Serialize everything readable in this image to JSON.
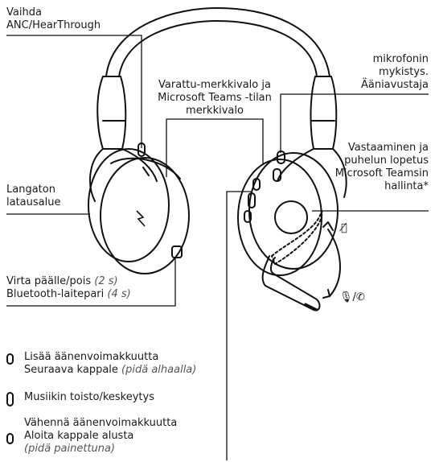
{
  "labels": {
    "anc_line1": "Vaihda",
    "anc_line2": "ANC/HearThrough",
    "busy_line1": "Varattu-merkkivalo ja",
    "busy_line2": "Microsoft Teams -tilan",
    "busy_line3": "merkkivalo",
    "mic_line1": "mikrofonin",
    "mic_line2": "mykistys.",
    "mic_line3": "Ääniavustaja",
    "answer_line1": "Vastaaminen ja",
    "answer_line2": "puhelun lopetus",
    "answer_line3": "Microsoft Teamsin",
    "answer_line4": "hallinta*",
    "wireless_line1": "Langaton",
    "wireless_line2": "latausalue",
    "power_text": "Virta päälle/pois",
    "power_hint": "(2 s)",
    "pair_text": "Bluetooth-laitepari",
    "pair_hint": "(4 s)"
  },
  "legend": {
    "vol_up_line1": "Lisää äänenvoimakkuutta",
    "vol_up_line2": "Seuraava kappale",
    "vol_up_hint": "(pidä alhaalla)",
    "play_pause": "Musiikin toisto/keskeytys",
    "vol_down_line1": "Vähennä äänenvoimakkuutta",
    "vol_down_line2": "Aloita kappale alusta",
    "vol_down_hint": "(pidä painettuna)"
  },
  "icons": [
    "mute-icon",
    "mic-icon",
    "phone-icon",
    "wireless-charging-icon",
    "button-icon"
  ]
}
